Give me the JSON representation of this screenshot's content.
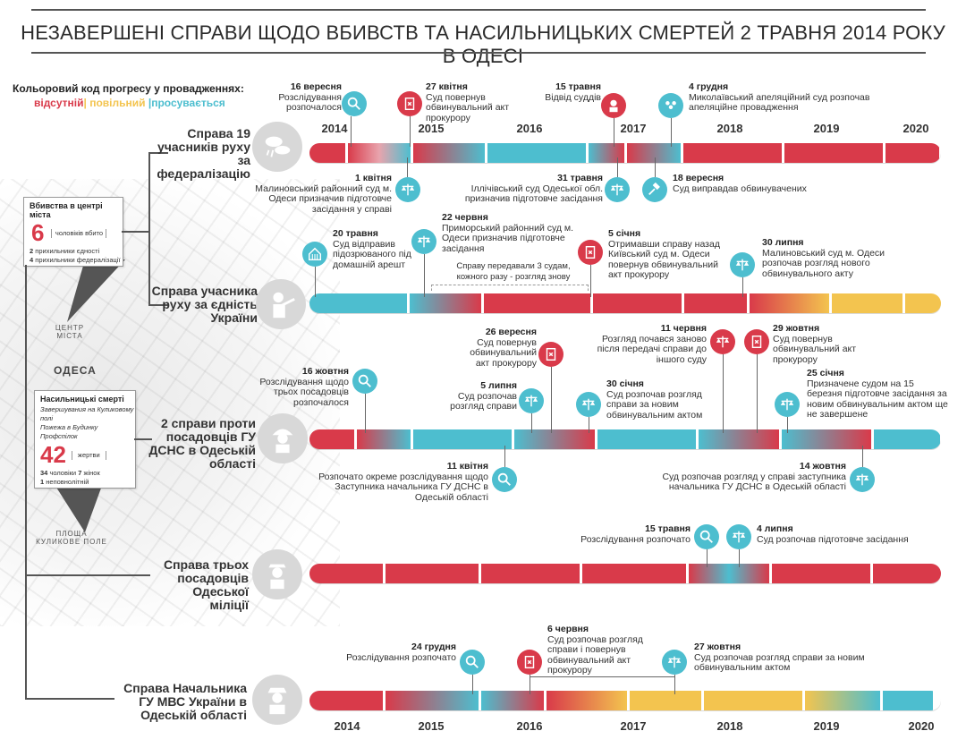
{
  "title": "НЕЗАВЕРШЕНІ СПРАВИ ЩОДО ВБИВСТВ ТА НАСИЛЬНИЦЬКИХ СМЕРТЕЙ 2 ТРАВНЯ 2014 РОКУ В ОДЕСІ",
  "legend": {
    "title": "Кольоровий код прогресу у провадженнях:",
    "absent": "відсутній",
    "slow": "повільний",
    "progress": "просувається",
    "colors": {
      "absent": "#d93a4a",
      "slow": "#f3c44f",
      "progress": "#4dbecf"
    }
  },
  "years": [
    "2014",
    "2015",
    "2016",
    "2017",
    "2018",
    "2019",
    "2020"
  ],
  "map": {
    "center": "ЦЕНТР\nМІСТА",
    "city": "ОДЕСА",
    "square": "ПЛОЩА\nКУЛИКОВЕ ПОЛЕ"
  },
  "box_center": {
    "title": "Вбивства в центрі міста",
    "number": "6",
    "unit": "чоловіків вбито",
    "line1_num": "2",
    "line1": "прихильники єдності",
    "line2_num": "4",
    "line2": "прихильники федералізації"
  },
  "box_violent": {
    "title": "Насильницькі смерті",
    "sub1": "Завершувания на Куликовому полі",
    "sub2": "Пожежа в Будинку Профспілок",
    "number": "42",
    "unit": "жертви",
    "men_num": "34",
    "men": "чоловіки",
    "women_num": "7",
    "women": "жінок",
    "minor_num": "1",
    "minor": "неповнолітній"
  },
  "cases": [
    {
      "title": "Справа 19 учасників руху за федералізацію"
    },
    {
      "title": "Справа учасника руху за єдність України"
    },
    {
      "title": "2 справи проти посадовців ГУ ДСНС в Одеській області"
    },
    {
      "title": "Справа трьох посадовців Одеської міліції"
    },
    {
      "title": "Справа Начальника ГУ МВС України в Одеській області"
    }
  ],
  "events": {
    "c1_top": [
      {
        "date": "16 вересня",
        "text": "Розслідування розпочалося"
      },
      {
        "date": "27 квітня",
        "text": "Суд повернув обвинувальний акт прокурору"
      },
      {
        "date": "15 травня",
        "text": "Відвід суддів"
      },
      {
        "date": "4 грудня",
        "text": "Миколаївський апеляційний суд розпочав апеляційне провадження"
      }
    ],
    "c1_bottom": [
      {
        "date": "1 квітня",
        "text": "Малиновський районний суд м. Одеси призначив підготовче засідання у справі"
      },
      {
        "date": "31 травня",
        "text": "Іллічівський суд Одеської обл. призначив підготовче засідання"
      },
      {
        "date": "18 вересня",
        "text": "Суд виправдав обвинувачених"
      }
    ],
    "c2_top": [
      {
        "date": "20 травня",
        "text": "Суд відправив підозрюваного під домашній арешт"
      },
      {
        "date": "22 червня",
        "text": "Приморський районний суд м. Одеси призначив підготовче засідання"
      },
      {
        "date": "5 січня",
        "text": "Отримавши справу назад Київський суд м. Одеси повернув обвинувальний акт прокурору"
      },
      {
        "date": "30 липня",
        "text": "Малиновський суд м. Одеси розпочав розгляд нового обвинувального акту"
      }
    ],
    "c2_note": "Справу передавали 3 судам, кожного разу - розгляд знову",
    "c3_top": [
      {
        "date": "16 жовтня",
        "text": "Розслідування щодо трьох посадовців розпочалося"
      },
      {
        "date": "26 вересня",
        "text": "Суд повернув обвинувальний акт прокурору"
      },
      {
        "date": "5 липня",
        "text": "Суд розпочав розгляд справи"
      },
      {
        "date": "11 червня",
        "text": "Розгляд почався заново після передачі справи до іншого суду"
      },
      {
        "date": "30 січня",
        "text": "Суд розпочав розгляд справи за новим обвинувальним актом"
      },
      {
        "date": "29 жовтня",
        "text": "Суд повернув обвинувальний акт прокурору"
      },
      {
        "date": "25 січня",
        "text": "Призначене судом на 15 березня підготовче засідання за новим обвинувальним актом ще не завершене"
      }
    ],
    "c3_bottom": [
      {
        "date": "11 квітня",
        "text": "Розпочато окреме розслідування щодо Заступника начальника ГУ ДСНС в Одеській області"
      },
      {
        "date": "14 жовтня",
        "text": "Суд розпочав розгляд у справі заступника начальника ГУ ДСНС в Одеській області"
      }
    ],
    "c4_top": [
      {
        "date": "15 травня",
        "text": "Розслідування розпочато"
      },
      {
        "date": "4 липня",
        "text": "Суд розпочав підготовче засідання"
      }
    ],
    "c5_top": [
      {
        "date": "24 грудня",
        "text": "Розслідування розпочато"
      },
      {
        "date": "6 червня",
        "text": "Суд розпочав розгляд справи і повернув обвинувальний акт прокурору"
      },
      {
        "date": "27 жовтня",
        "text": "Суд розпочав розгляд справи за новим обвинувальним актом"
      }
    ]
  }
}
